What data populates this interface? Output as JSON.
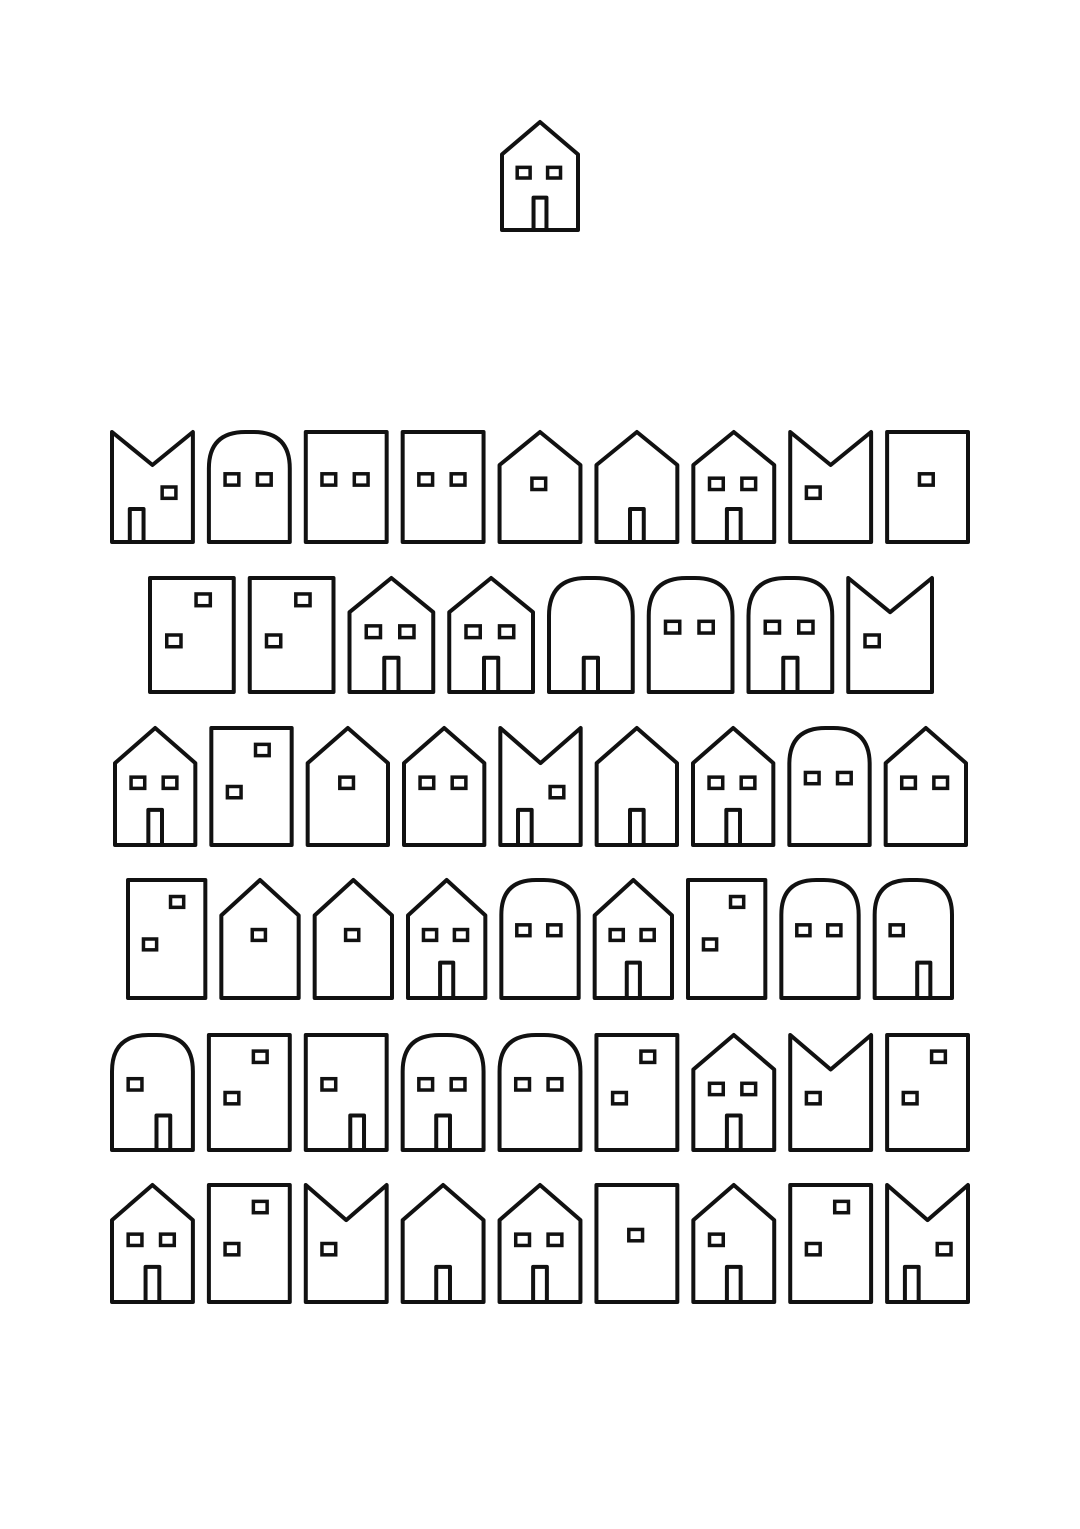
{
  "artwork": {
    "style": "hand-drawn line art",
    "colors": {
      "background": "#ffffff",
      "ink": "#111111"
    },
    "top_house": "gable-door-two-windows",
    "rows": [
      [
        "m-roof-door-window",
        "arch-two-windows",
        "flat-two-windows",
        "flat-two-windows",
        "gable-window",
        "gable-door",
        "gable-door-two-windows",
        "m-roof-window",
        "flat-window"
      ],
      [
        "flat-two-windows-stagger",
        "flat-two-windows-stagger",
        "gable-door-two-windows",
        "gable-door-two-windows",
        "arch-door",
        "arch-two-windows",
        "arch-door-two-windows",
        "m-roof-window"
      ],
      [
        "gable-door-two-windows",
        "flat-two-windows-stagger",
        "gable-window",
        "gable-two-windows",
        "m-roof-door-window",
        "gable-door",
        "gable-door-two-windows",
        "arch-two-windows",
        "gable-two-windows"
      ],
      [
        "flat-two-windows-stagger",
        "gable-window",
        "gable-window",
        "gable-door-two-windows",
        "arch-two-windows",
        "gable-door-two-windows",
        "flat-two-windows-stagger",
        "arch-two-windows",
        "arch-door-window"
      ],
      [
        "arch-door-window",
        "flat-two-windows-stagger",
        "flat-door-window",
        "arch-door-two-windows",
        "arch-two-windows",
        "flat-two-windows-stagger",
        "gable-door-two-windows",
        "m-roof-window",
        "flat-two-windows-stagger"
      ],
      [
        "gable-door-two-windows",
        "flat-two-windows-stagger",
        "m-roof-window",
        "gable-door",
        "gable-door-two-windows",
        "flat-window",
        "gable-door-window",
        "flat-two-windows-stagger",
        "m-roof-door-window"
      ]
    ]
  }
}
